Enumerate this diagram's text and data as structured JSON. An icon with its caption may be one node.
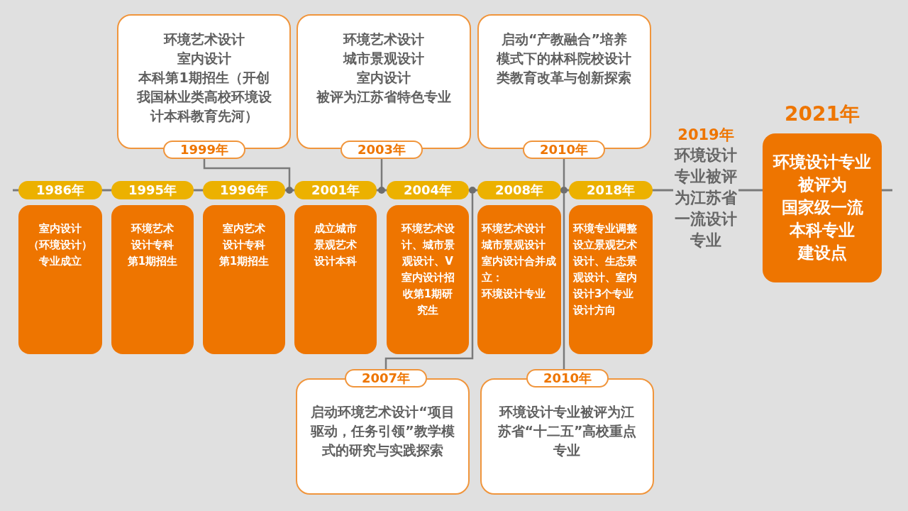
{
  "diagram": {
    "nodes": [
      {
        "text": [
          "环境艺术设计",
          "室内设计",
          "本科第1期招生（开创我国林业类高校环境设计本科教育先河）",
          "1999年"
        ]
      },
      {
        "text": [
          "环境艺术设计",
          "城市景观设计",
          "室内设计",
          "被评为江苏省特色专业",
          "2003年"
        ]
      },
      {
        "text": [
          "启动“产教融合”培养模式下的林科院校设计类教育改革与创新探索",
          "2010年"
        ]
      },
      {
        "text": [
          "1986年",
          "室内设计",
          "（环境设计）",
          "专业成立"
        ]
      },
      {
        "text": [
          "1995年",
          "环境艺术设计专科第1期招生"
        ]
      },
      {
        "text": [
          "1996年",
          "室内艺术设计专科第1期招生"
        ]
      },
      {
        "text": [
          "2001年",
          "成立城市景观艺术设计本科"
        ]
      },
      {
        "text": [
          "2004年",
          "环境艺术设计、城市景观设计、V室内设计招收第1期研究生"
        ]
      },
      {
        "text": [
          "2008年",
          "环境艺术设计",
          "城市景观设计",
          "室内设计合并成立：",
          "环境设计专业"
        ]
      },
      {
        "text": [
          "2018年",
          "环境专业调整设立景观艺术设计、生态景观设计、室内设计3个专业设计方向"
        ]
      },
      {
        "text": [
          "2019年",
          "环境设计专业被评为江苏省一流设计专业"
        ]
      },
      {
        "text": [
          "2021年",
          "环境设计专业",
          "被评为",
          "国家级一流",
          "本科专业",
          "建设点"
        ]
      },
      {
        "text": [
          "2007年",
          "启动环境艺术设计“项目驱动，任务引领”教学模式的研究与实践探索"
        ]
      },
      {
        "text": [
          "2010年",
          "环境设计专业被评为江苏省“十二五”高校重点专业"
        ]
      },
      {
        "text": [],
        "shape": "circle"
      },
      {
        "text": [],
        "shape": "circle"
      },
      {
        "text": [],
        "shape": "circle"
      },
      {
        "text": [],
        "shape": "circle"
      }
    ],
    "edges": [
      {
        "from": 0,
        "to": 14,
        "arrow": "none"
      },
      {
        "from": 1,
        "to": 15,
        "arrow": "none"
      },
      {
        "from": 2,
        "to": 17,
        "arrow": "none"
      },
      {
        "from": 17,
        "to": 13,
        "arrow": "none"
      },
      {
        "from": 16,
        "to": 12,
        "arrow": "none"
      }
    ]
  }
}
